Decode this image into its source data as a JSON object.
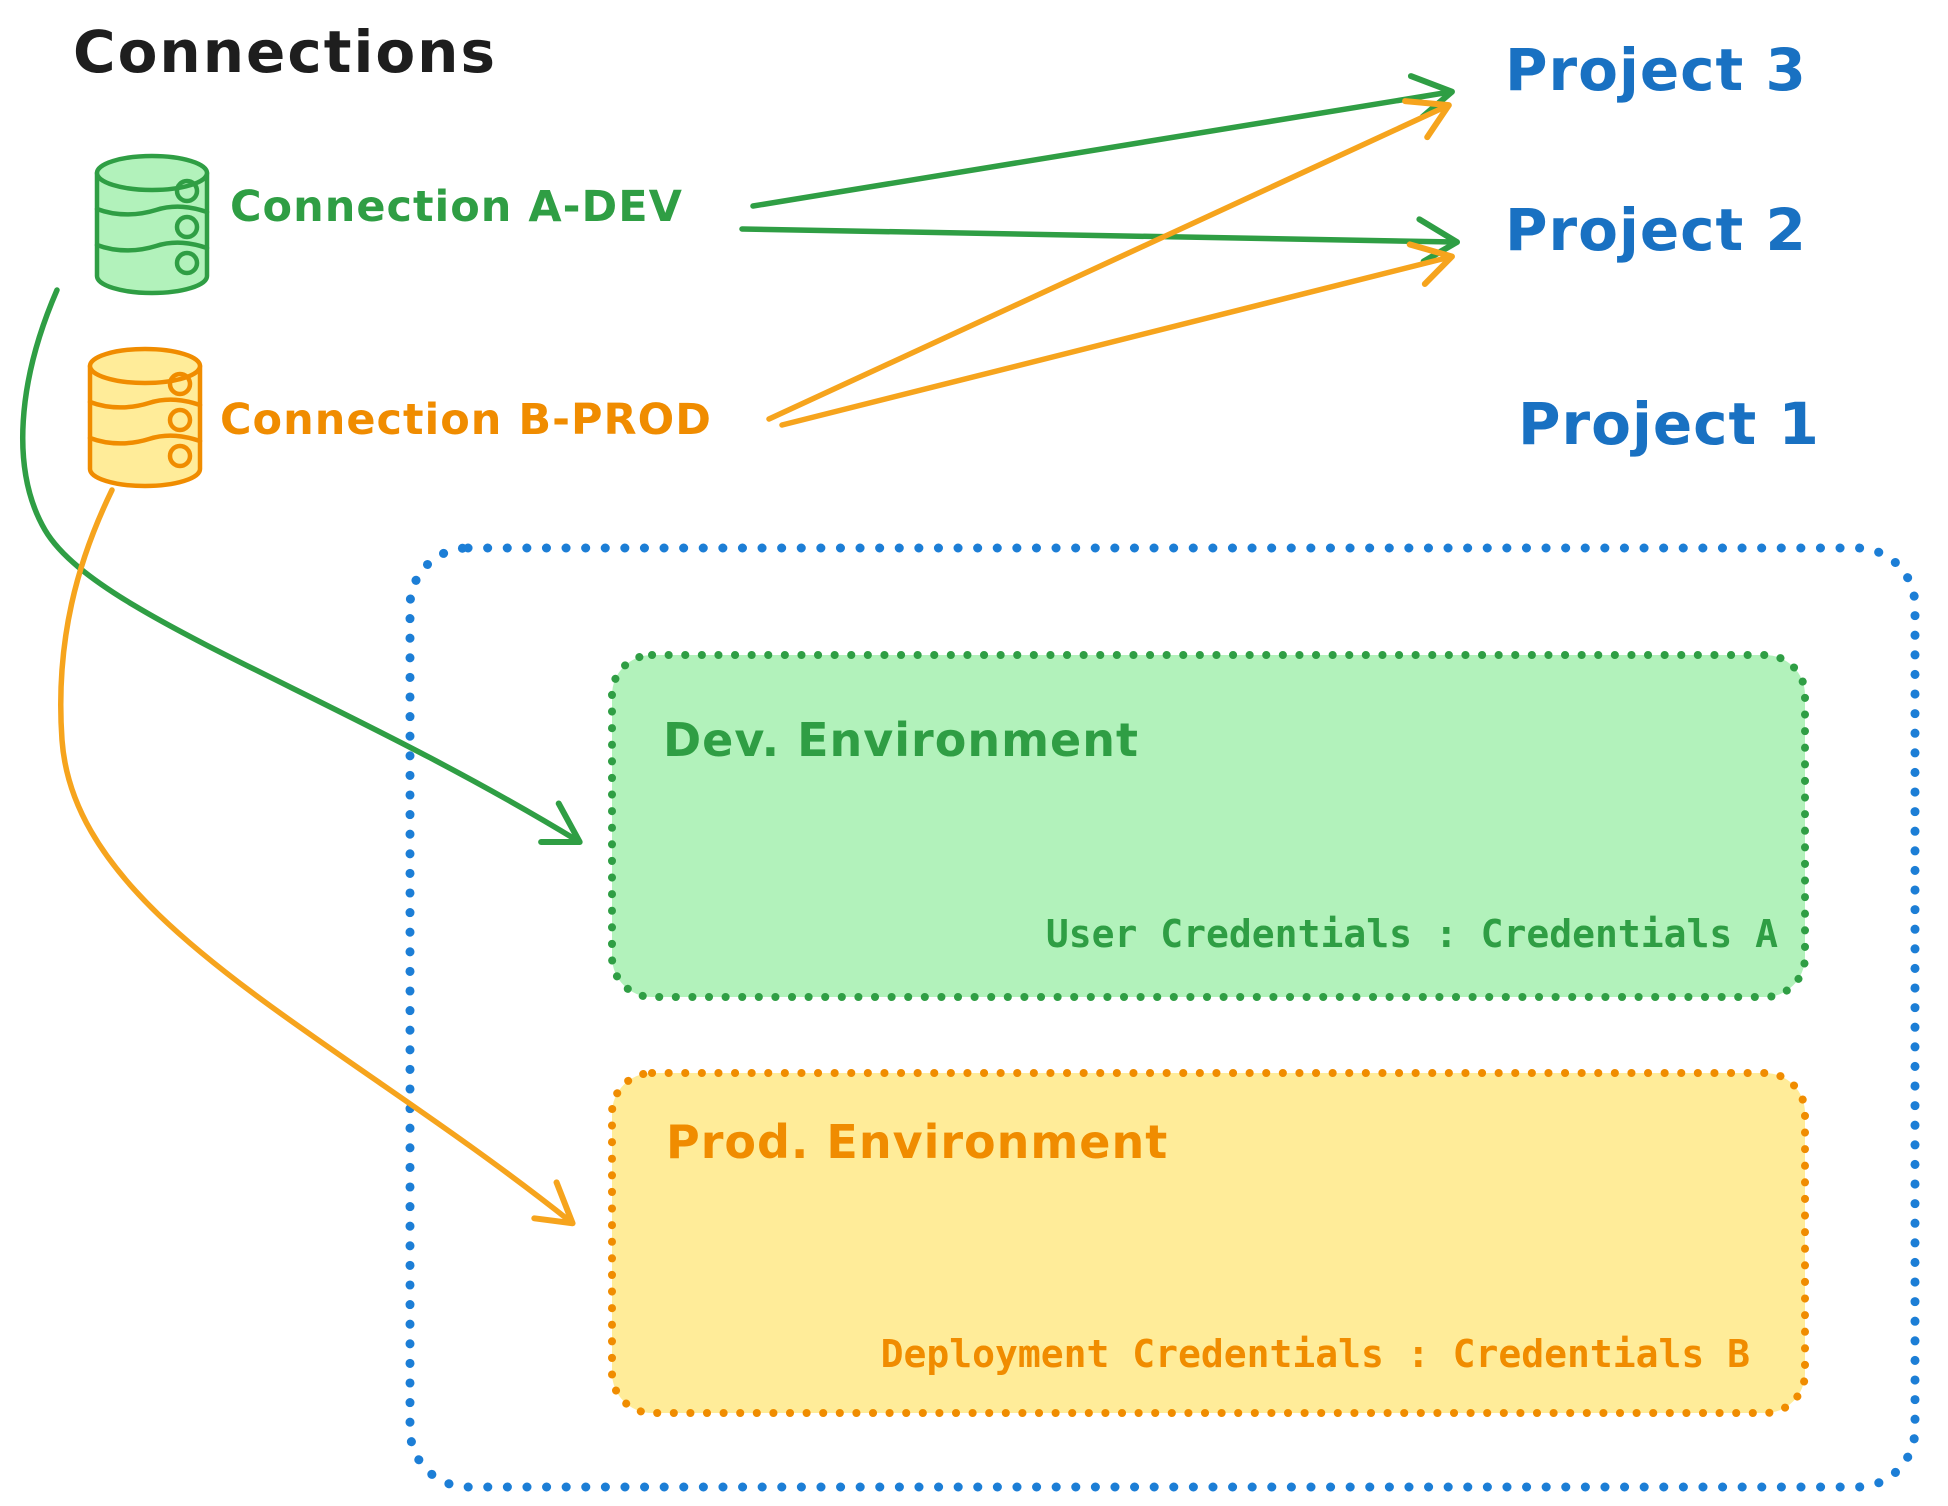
{
  "diagram": {
    "title": "Connections",
    "connections": [
      {
        "id": "a-dev",
        "label": "Connection A-DEV"
      },
      {
        "id": "b-prod",
        "label": "Connection B-PROD"
      }
    ],
    "projects": [
      {
        "label": "Project 3"
      },
      {
        "label": "Project 2"
      },
      {
        "label": "Project 1"
      }
    ],
    "project1_environments": [
      {
        "name": "dev",
        "label": "Dev. Environment",
        "credentials_text": "User Credentials : Credentials A"
      },
      {
        "name": "prod",
        "label": "Prod. Environment",
        "credentials_text": "Deployment Credentials : Credentials B"
      }
    ],
    "colors": {
      "title_text": "#1e1e1e",
      "dev_green": "#2f9e44",
      "dev_green_fill": "#b2f2bb",
      "prod_orange": "#f08c00",
      "prod_orange_fill": "#ffec99",
      "arrow_amber": "#f6a41d",
      "project_blue": "#1971c2",
      "project_border_blue": "#1c7ed6"
    }
  }
}
